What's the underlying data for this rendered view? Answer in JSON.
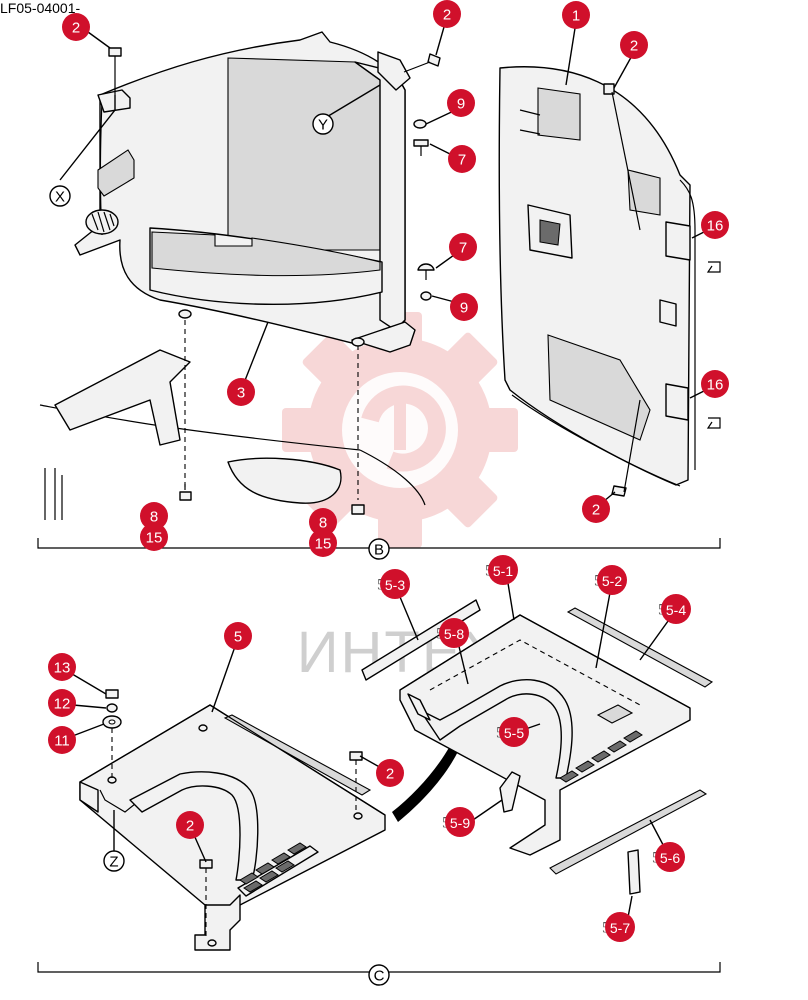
{
  "drawing_code": "LF05-04001-",
  "watermark": {
    "text": "ИНТЕХ",
    "color": "#f2b8b8"
  },
  "callout_color": "#d0102b",
  "section_views": [
    "B",
    "C"
  ],
  "detail_views": [
    "X",
    "Y",
    "Z"
  ],
  "callouts": [
    {
      "id": "c-2a",
      "label": "2"
    },
    {
      "id": "c-2b",
      "label": "2"
    },
    {
      "id": "c-1",
      "label": "1"
    },
    {
      "id": "c-2c",
      "label": "2"
    },
    {
      "id": "c-9a",
      "label": "9"
    },
    {
      "id": "c-7a",
      "label": "7"
    },
    {
      "id": "c-7b",
      "label": "7"
    },
    {
      "id": "c-9b",
      "label": "9"
    },
    {
      "id": "c-16a",
      "label": "16"
    },
    {
      "id": "c-16b",
      "label": "16"
    },
    {
      "id": "c-3",
      "label": "3"
    },
    {
      "id": "c-2d",
      "label": "2"
    },
    {
      "id": "c-8a",
      "label": "8"
    },
    {
      "id": "c-15a",
      "label": "15"
    },
    {
      "id": "c-8b",
      "label": "8"
    },
    {
      "id": "c-15b",
      "label": "15"
    },
    {
      "id": "c-5",
      "label": "5"
    },
    {
      "id": "c-13",
      "label": "13"
    },
    {
      "id": "c-12",
      "label": "12"
    },
    {
      "id": "c-11",
      "label": "11"
    },
    {
      "id": "c-2e",
      "label": "2"
    },
    {
      "id": "c-2f",
      "label": "2"
    },
    {
      "id": "c-5-1",
      "label": "5-1",
      "prefix": "5"
    },
    {
      "id": "c-5-2",
      "label": "5-2",
      "prefix": "5"
    },
    {
      "id": "c-5-3",
      "label": "5-3",
      "prefix": "5"
    },
    {
      "id": "c-5-4",
      "label": "5-4",
      "prefix": "5"
    },
    {
      "id": "c-5-8",
      "label": "5-8",
      "prefix": "5"
    },
    {
      "id": "c-5-5",
      "label": "5-5",
      "prefix": "5"
    },
    {
      "id": "c-5-9",
      "label": "5-9",
      "prefix": "5"
    },
    {
      "id": "c-5-6",
      "label": "5-6",
      "prefix": "5"
    },
    {
      "id": "c-5-7",
      "label": "5-7",
      "prefix": "5"
    }
  ]
}
